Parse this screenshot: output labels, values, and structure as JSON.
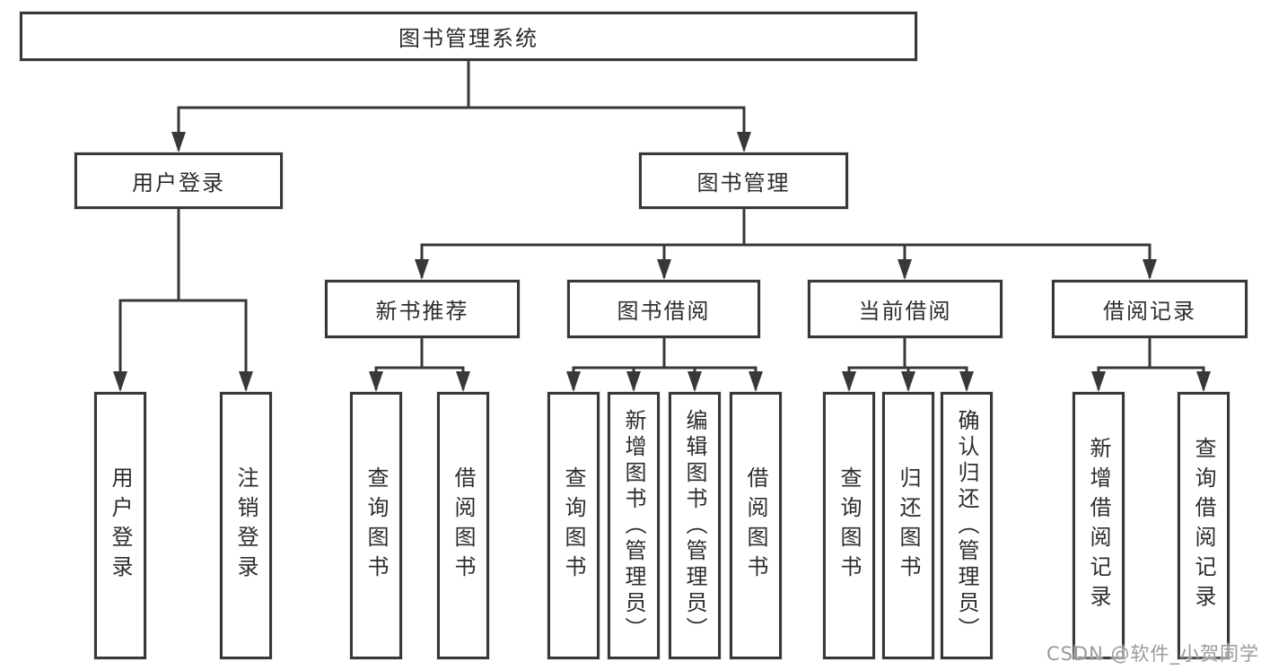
{
  "title": "图书管理系统",
  "watermark": "CSDN @软件_小贺同学",
  "colors": {
    "line": "#383838",
    "text": "#2d2d2d",
    "watermark": "#9a9a9a",
    "background": "#ffffff"
  },
  "tree": {
    "root": {
      "label": "图书管理系统"
    },
    "branches": [
      {
        "label": "用户登录",
        "children": [
          {
            "label": "用户登录"
          },
          {
            "label": "注销登录"
          }
        ]
      },
      {
        "label": "图书管理",
        "children": [
          {
            "label": "新书推荐",
            "children": [
              {
                "label": "查询图书"
              },
              {
                "label": "借阅图书"
              }
            ]
          },
          {
            "label": "图书借阅",
            "children": [
              {
                "label": "查询图书"
              },
              {
                "label": "新增图书（管理员）"
              },
              {
                "label": "编辑图书（管理员）"
              },
              {
                "label": "借阅图书"
              }
            ]
          },
          {
            "label": "当前借阅",
            "children": [
              {
                "label": "查询图书"
              },
              {
                "label": "归还图书"
              },
              {
                "label": "确认归还（管理员）"
              }
            ]
          },
          {
            "label": "借阅记录",
            "children": [
              {
                "label": "新增借阅记录"
              },
              {
                "label": "查询借阅记录"
              }
            ]
          }
        ]
      }
    ]
  }
}
